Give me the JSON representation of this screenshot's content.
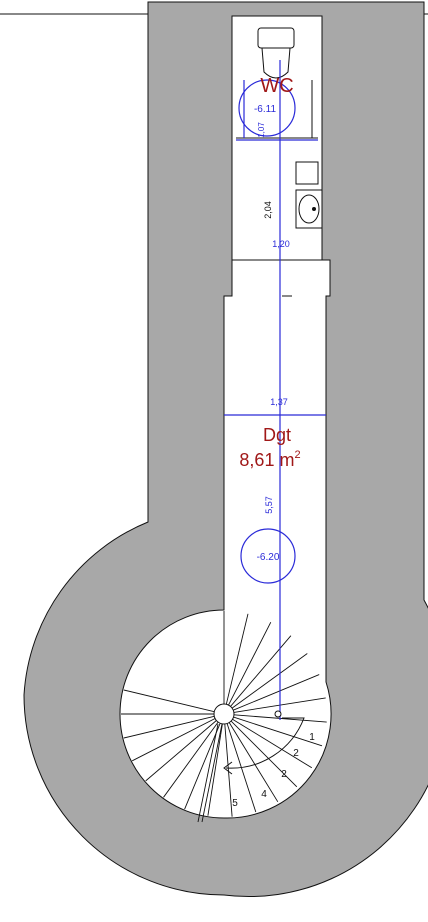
{
  "colors": {
    "wall": "#a8a8a8",
    "line": "#111111",
    "dimension": "#2a2ad8",
    "room_label": "#a01818"
  },
  "rooms": {
    "wc": {
      "name": "WC",
      "level": "-6.11"
    },
    "dgt": {
      "name": "Dgt",
      "area_value": "8,61 m",
      "area_exp": "2",
      "level": "-6.20"
    }
  },
  "dimensions": {
    "wc_height": "1,07",
    "hall_length": "2,04",
    "hall_width": "1,20",
    "dgt_width": "1,37",
    "dgt_length": "5,57"
  },
  "stairs": {
    "step_labels": [
      "1",
      "2",
      "2",
      "4",
      "5"
    ]
  }
}
